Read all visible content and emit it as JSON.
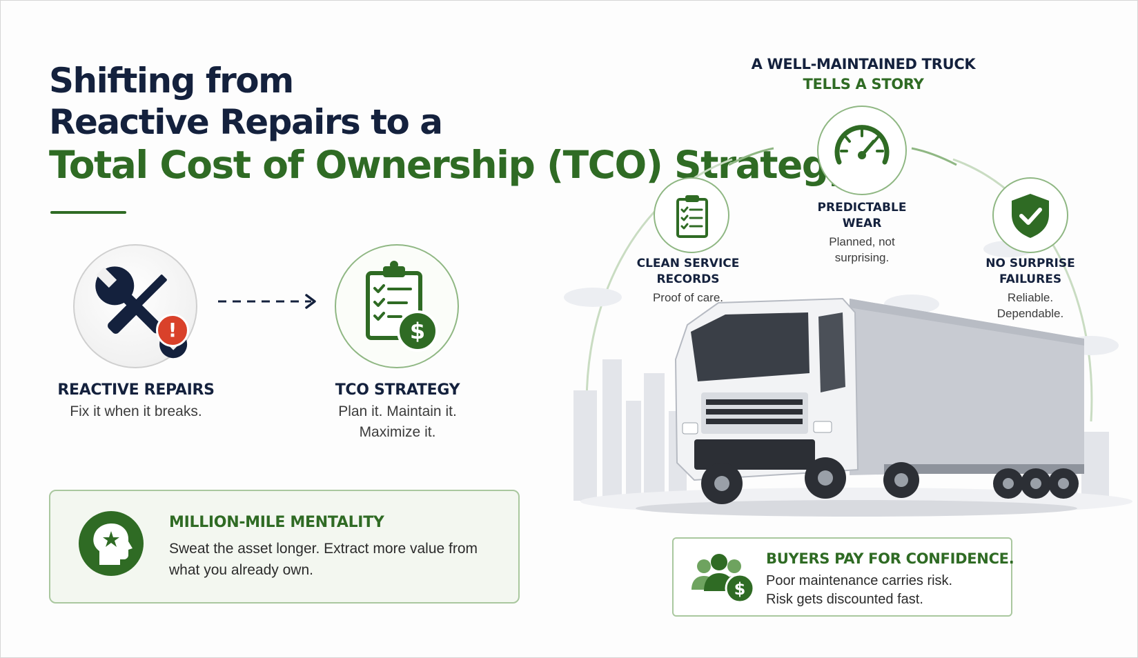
{
  "title": {
    "line1": "Shifting from",
    "line2": "Reactive Repairs to a",
    "line3": "Total Cost of Ownership (TCO) Strategy"
  },
  "comparison": {
    "reactive": {
      "heading": "REACTIVE REPAIRS",
      "subtitle": "Fix it when it breaks."
    },
    "tco": {
      "heading": "TCO STRATEGY",
      "subtitle_line1": "Plan it. Maintain it.",
      "subtitle_line2": "Maximize it."
    }
  },
  "mentality": {
    "heading": "MILLION-MILE MENTALITY",
    "body": "Sweat the asset longer. Extract more value from what you already own."
  },
  "story": {
    "line1": "A WELL-MAINTAINED TRUCK",
    "line2": "TELLS A STORY",
    "items": [
      {
        "heading_line1": "CLEAN SERVICE",
        "heading_line2": "RECORDS",
        "sub_line1": "Proof of care.",
        "sub_line2": ""
      },
      {
        "heading_line1": "PREDICTABLE",
        "heading_line2": "WEAR",
        "sub_line1": "Planned, not",
        "sub_line2": "surprising."
      },
      {
        "heading_line1": "NO SURPRISE",
        "heading_line2": "FAILURES",
        "sub_line1": "Reliable.",
        "sub_line2": "Dependable."
      }
    ]
  },
  "buyers": {
    "heading": "BUYERS PAY FOR CONFIDENCE.",
    "line1": "Poor maintenance carries risk.",
    "line2": "Risk gets discounted fast."
  },
  "icons": {
    "reactive": "wrench-screwdriver-icon",
    "alert": "exclamation-icon",
    "tco": "clipboard-dollar-icon",
    "mentality": "head-star-icon",
    "records": "clipboard-checklist-icon",
    "wear": "speedometer-icon",
    "failures": "shield-check-icon",
    "buyers": "people-dollar-icon"
  },
  "colors": {
    "navy": "#14213d",
    "green": "#2f6b24",
    "alert_red": "#d9412a",
    "light_green": "#8fb783"
  }
}
